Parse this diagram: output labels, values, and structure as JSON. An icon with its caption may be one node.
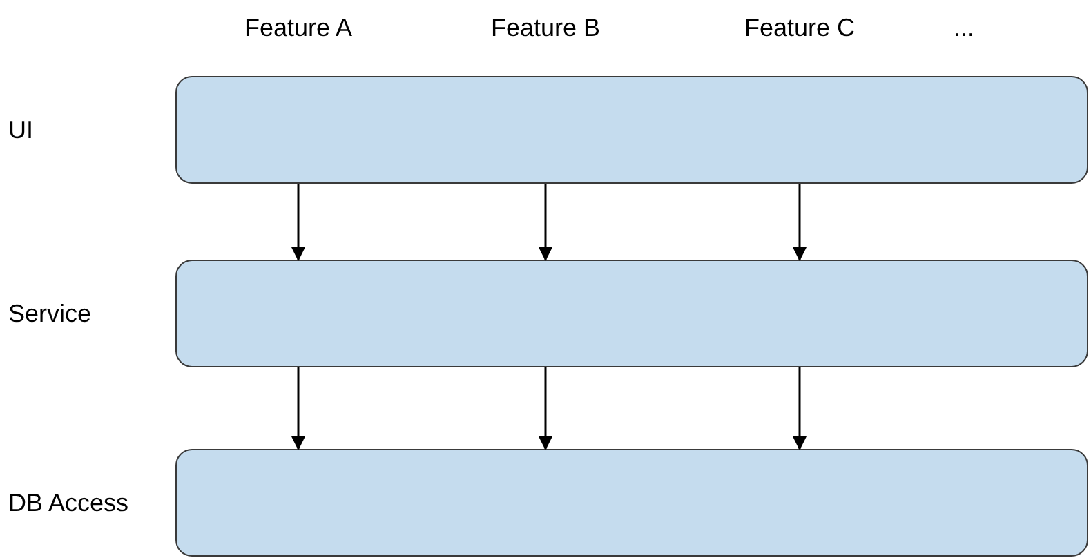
{
  "diagram": {
    "nodes": [
      {
        "text": [],
        "shape": "box"
      },
      {
        "text": [],
        "shape": "box"
      },
      {
        "text": [],
        "shape": "box"
      }
    ],
    "edges": [
      {
        "from": 0,
        "to": 1,
        "arrow": "to"
      },
      {
        "from": 0,
        "to": 1,
        "arrow": "to"
      },
      {
        "from": 0,
        "to": 1,
        "arrow": "to"
      },
      {
        "from": 1,
        "to": 2,
        "arrow": "to"
      },
      {
        "from": 1,
        "to": 2,
        "arrow": "to"
      },
      {
        "from": 1,
        "to": 2,
        "arrow": "to"
      }
    ],
    "labels": [
      "Feature A",
      "Feature B",
      "Feature C",
      "...",
      "UI",
      "Service",
      "DB Access"
    ]
  }
}
